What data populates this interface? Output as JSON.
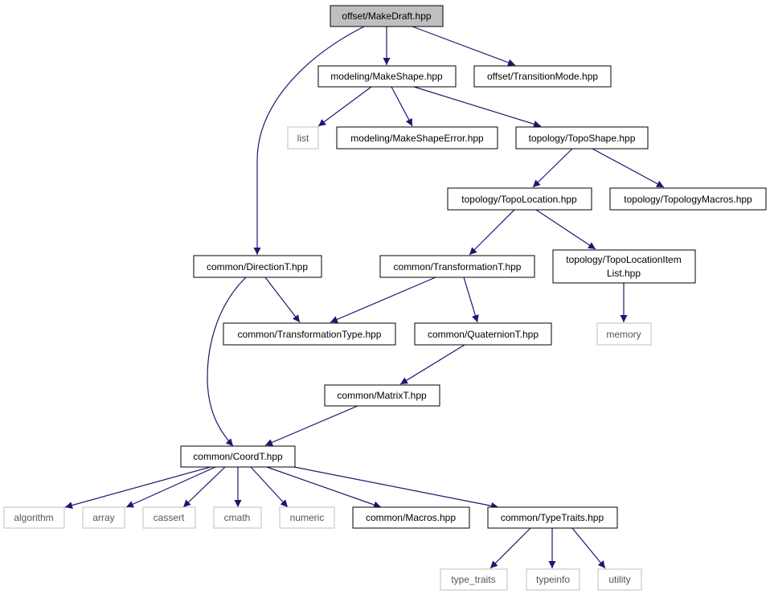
{
  "colors": {
    "edge": "#191970",
    "node_border": "#000000",
    "root_fill": "#bfbfbf",
    "system_border": "#bfbfbf",
    "node_fill": "#ffffff"
  },
  "nodes": {
    "root": "offset/MakeDraft.hpp",
    "make_shape": "modeling/MakeShape.hpp",
    "transition_mode": "offset/TransitionMode.hpp",
    "list": "list",
    "make_shape_error": "modeling/MakeShapeError.hpp",
    "topo_shape": "topology/TopoShape.hpp",
    "topo_location": "topology/TopoLocation.hpp",
    "topology_macros": "topology/TopologyMacros.hpp",
    "direction_t": "common/DirectionT.hpp",
    "transformation_t": "common/TransformationT.hpp",
    "topo_location_item_list_1": "topology/TopoLocationItem",
    "topo_location_item_list_2": "List.hpp",
    "transformation_type": "common/TransformationType.hpp",
    "quaternion_t": "common/QuaternionT.hpp",
    "memory": "memory",
    "matrix_t": "common/MatrixT.hpp",
    "coord_t": "common/CoordT.hpp",
    "algorithm": "algorithm",
    "array": "array",
    "cassert": "cassert",
    "cmath": "cmath",
    "numeric": "numeric",
    "macros": "common/Macros.hpp",
    "type_traits_hpp": "common/TypeTraits.hpp",
    "type_traits": "type_traits",
    "typeinfo": "typeinfo",
    "utility": "utility"
  }
}
